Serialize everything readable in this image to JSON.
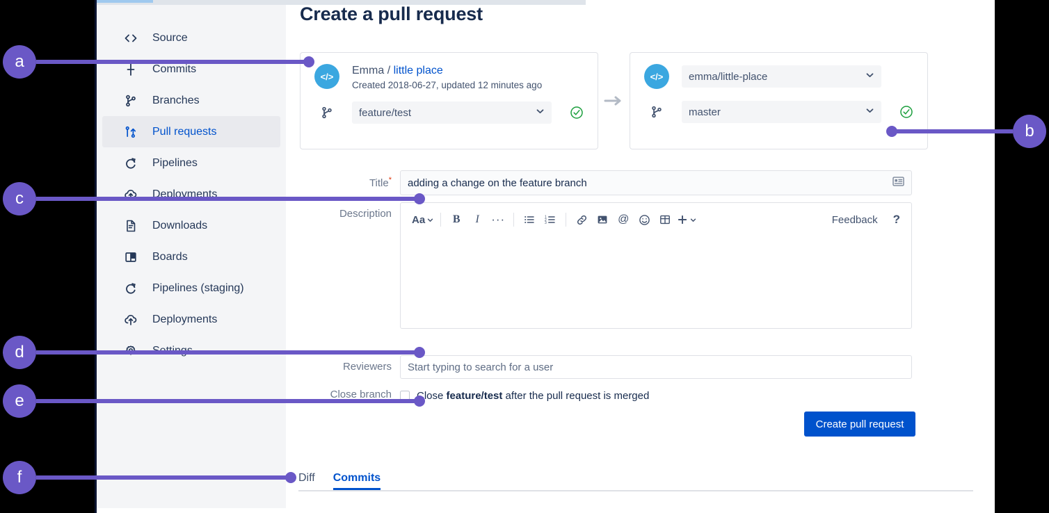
{
  "app": {
    "page_title": "Create a pull request",
    "accent_blue": "#0052cc",
    "callout_purple": "#6a58c6",
    "sidebar_bg": "#f4f5f7"
  },
  "sidebar": {
    "items": [
      {
        "label": "Source",
        "icon": "code-brackets-icon",
        "active": false
      },
      {
        "label": "Commits",
        "icon": "commits-icon",
        "active": false
      },
      {
        "label": "Branches",
        "icon": "branches-icon",
        "active": false
      },
      {
        "label": "Pull requests",
        "icon": "pull-request-icon",
        "active": true
      },
      {
        "label": "Pipelines",
        "icon": "pipelines-icon",
        "active": false
      },
      {
        "label": "Deployments",
        "icon": "deployments-icon",
        "active": false
      },
      {
        "label": "Downloads",
        "icon": "downloads-icon",
        "active": false
      },
      {
        "label": "Boards",
        "icon": "boards-icon",
        "active": false
      },
      {
        "label": "Pipelines (staging)",
        "icon": "pipelines-icon",
        "active": false
      },
      {
        "label": "Deployments",
        "icon": "deployments-icon",
        "active": false
      },
      {
        "label": "Settings",
        "icon": "gear-icon",
        "active": false
      }
    ]
  },
  "source_card": {
    "repo_owner": "Emma",
    "repo_separator": "/",
    "repo_link": "little place",
    "meta": "Created 2018-06-27, updated 12 minutes ago",
    "branch_value": "feature/test",
    "repo_icon": "code-brackets-icon",
    "branch_icon": "branch-icon",
    "status_icon": "check-circle-icon"
  },
  "dest_card": {
    "repo_value": "emma/little-place",
    "branch_value": "master",
    "repo_icon": "code-brackets-icon",
    "branch_icon": "branch-icon",
    "status_icon": "check-circle-icon"
  },
  "form": {
    "title_label": "Title",
    "title_required_mark": "*",
    "title_value": "adding a change on the feature branch",
    "description_label": "Description",
    "reviewers_label": "Reviewers",
    "reviewers_placeholder": "Start typing to search for a user",
    "close_branch_label": "Close branch",
    "close_branch_prefix": "Close ",
    "close_branch_branch": "feature/test",
    "close_branch_suffix": " after the pull request is merged",
    "close_branch_checked": false,
    "submit_label": "Create pull request"
  },
  "editor_toolbar": {
    "text_style_label": "Aa",
    "items": [
      {
        "name": "text-style-icon"
      },
      {
        "name": "bold-icon"
      },
      {
        "name": "italic-icon"
      },
      {
        "name": "more-formatting-icon"
      },
      {
        "name": "bullet-list-icon"
      },
      {
        "name": "numbered-list-icon"
      },
      {
        "name": "link-icon"
      },
      {
        "name": "image-icon"
      },
      {
        "name": "mention-icon"
      },
      {
        "name": "emoji-icon"
      },
      {
        "name": "table-icon"
      },
      {
        "name": "insert-more-icon"
      }
    ],
    "feedback_label": "Feedback",
    "help_label": "?"
  },
  "tabs": [
    {
      "label": "Diff",
      "active": false
    },
    {
      "label": "Commits",
      "active": true
    }
  ],
  "callouts": [
    {
      "id": "a",
      "label": "a"
    },
    {
      "id": "b",
      "label": "b"
    },
    {
      "id": "c",
      "label": "c"
    },
    {
      "id": "d",
      "label": "d"
    },
    {
      "id": "e",
      "label": "e"
    },
    {
      "id": "f",
      "label": "f"
    }
  ]
}
